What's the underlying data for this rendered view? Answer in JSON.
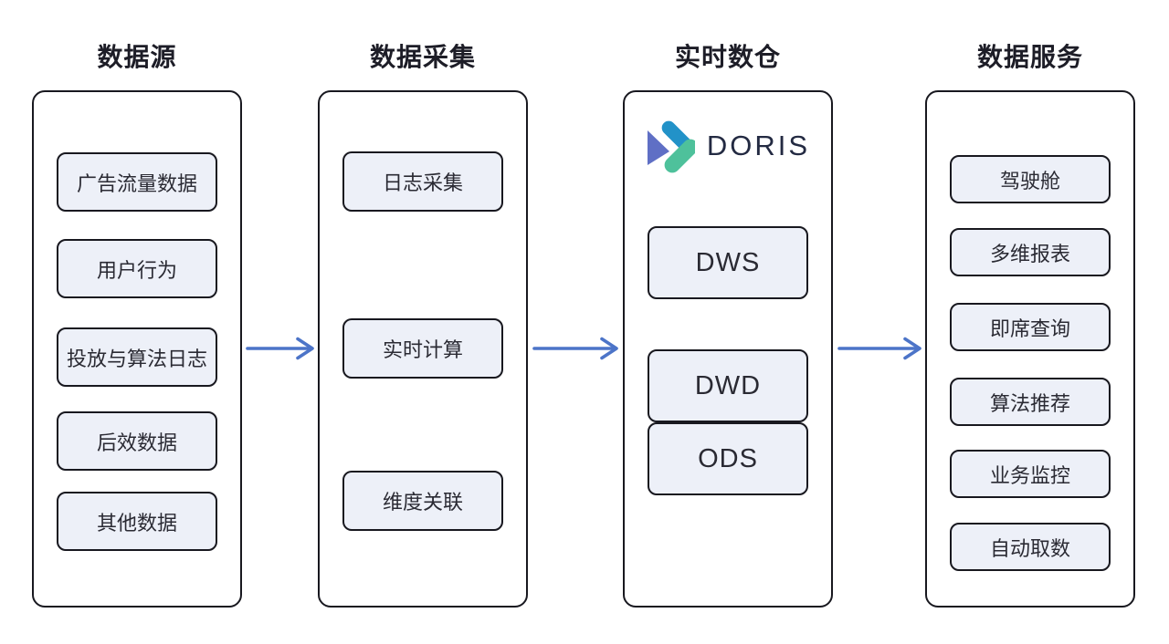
{
  "diagram": {
    "columns": [
      {
        "title": "数据源",
        "items": [
          "广告流量数据",
          "用户行为",
          "投放与算法日志",
          "后效数据",
          "其他数据"
        ]
      },
      {
        "title": "数据采集",
        "items": [
          "日志采集",
          "实时计算",
          "维度关联"
        ]
      },
      {
        "title": "实时数仓",
        "logo_text": "DORIS",
        "items": [
          "DWS",
          "DWD",
          "ODS"
        ]
      },
      {
        "title": "数据服务",
        "items": [
          "驾驶舱",
          "多维报表",
          "即席查询",
          "算法推荐",
          "业务监控",
          "自动取数"
        ]
      }
    ]
  },
  "colors": {
    "box_fill": "#EDF0F8",
    "box_border": "#18181F",
    "arrow": "#4C74C8",
    "title_text": "#1D1D27",
    "node_text": "#2A2A33",
    "logo_blue": "#2292C8",
    "logo_green": "#4EC19B",
    "logo_purple": "#5F6FC5",
    "logo_text_color": "#232A42"
  }
}
